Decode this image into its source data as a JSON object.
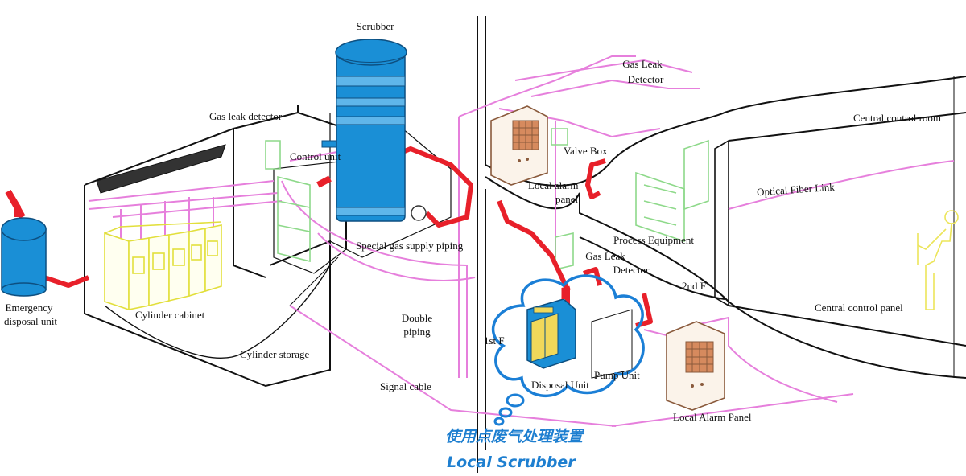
{
  "labels": {
    "scrubber": "Scrubber",
    "gas_leak_detector_left": "Gas leak detector",
    "control_unit": "Control unit",
    "emergency_line1": "Emergency",
    "emergency_line2": "disposal unit",
    "cylinder_cabinet": "Cylinder cabinet",
    "cylinder_storage": "Cylinder storage",
    "special_gas_supply_piping": "Special gas supply piping",
    "double_piping_line1": "Double",
    "double_piping_line2": "piping",
    "signal_cable": "Signal cable",
    "gas_leak_detector_top_line1": "Gas Leak",
    "gas_leak_detector_top_line2": "Detector",
    "valve_box": "Valve Box",
    "local_alarm_panel_small_line1": "Local alarm",
    "local_alarm_panel_small_line2": "panel",
    "process_equipment": "Process Equipment",
    "gas_leak_detector_mid_line1": "Gas Leak",
    "gas_leak_detector_mid_line2": "Detector",
    "second_floor": "2nd F",
    "first_floor": "1st F",
    "disposal_unit": "Disposal Unit",
    "pump_unit": "Pump Unit",
    "local_alarm_panel": "Local Alarm Panel",
    "central_control_room": "Central control room",
    "optical_fiber_link": "Optical Fiber Link",
    "central_control_panel": "Central control panel"
  },
  "caption": {
    "chinese": "使用点废气处理装置",
    "english": "Local Scrubber"
  },
  "colors": {
    "piping_red": "#e8202a",
    "signal_pink": "#e67fdc",
    "scrubber_blue": "#1a8fd6",
    "cabinet_yellow": "#e8e85a",
    "unit_green": "#8ed98a",
    "panel_brown": "#8a5a3c",
    "cloud_blue": "#1b7fd6",
    "caption_blue": "#1e7fd0"
  }
}
